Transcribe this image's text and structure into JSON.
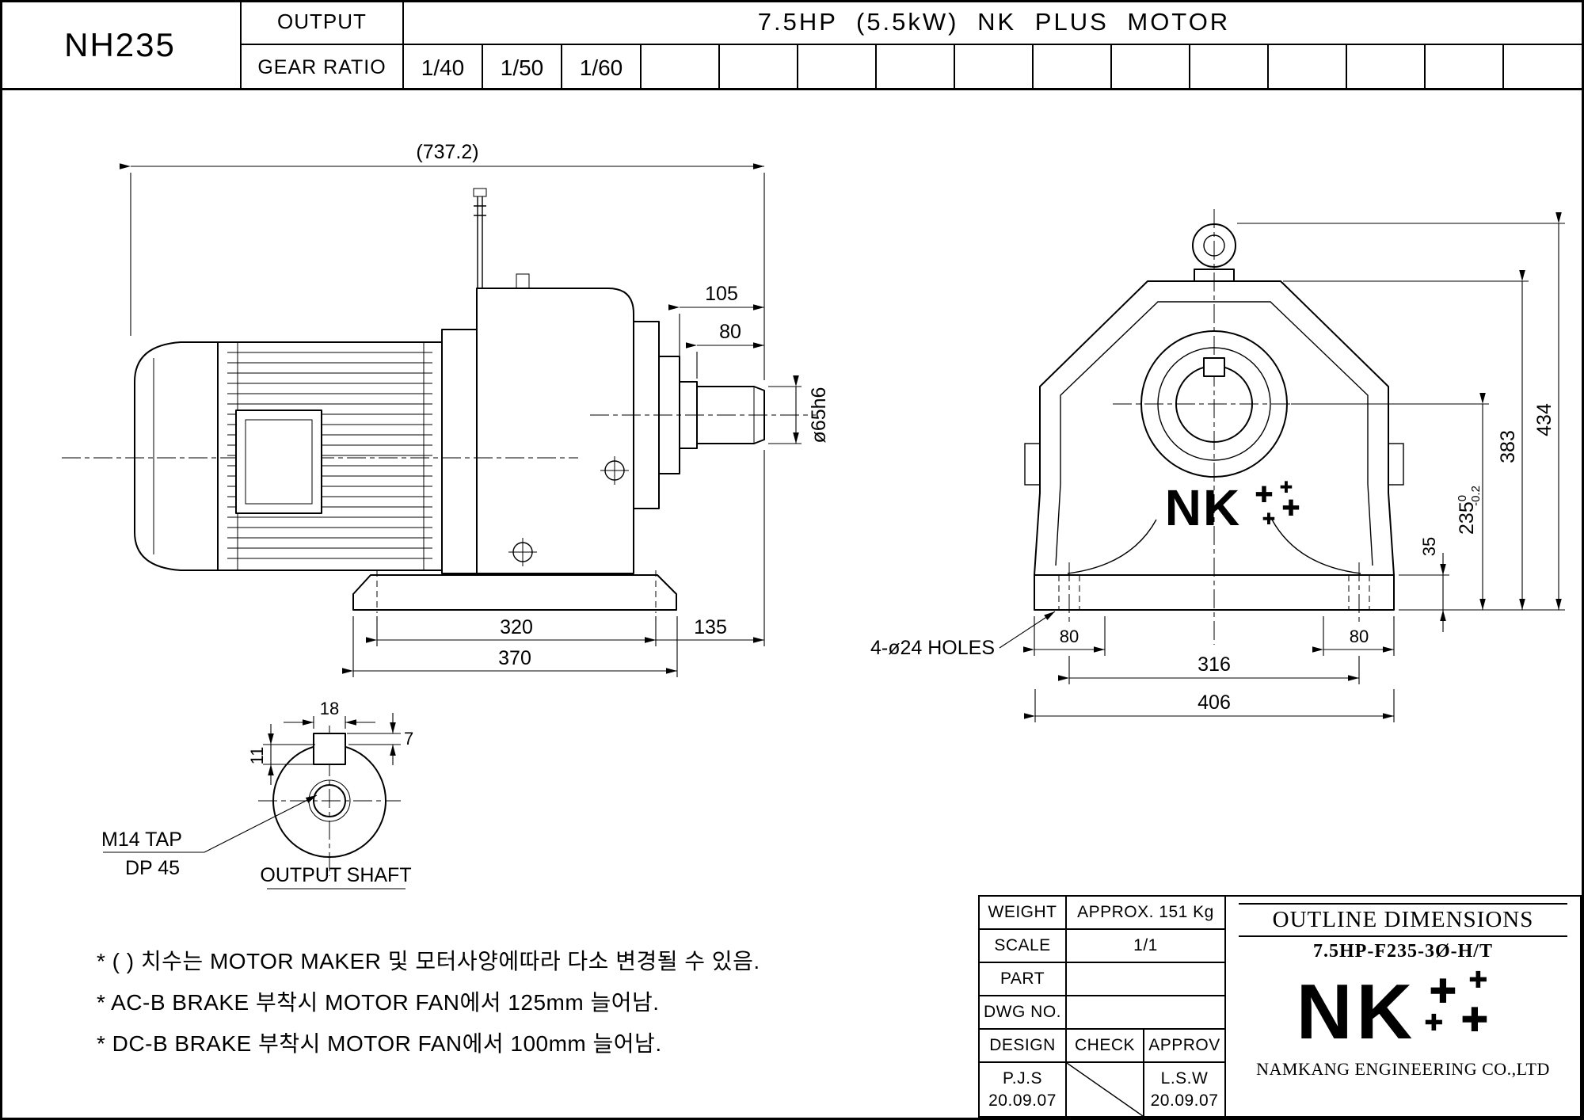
{
  "icons": {
    "plus": "✚"
  },
  "header": {
    "model": "NH235",
    "output_label": "OUTPUT",
    "motor_title": "7.5HP (5.5kW) NK PLUS MOTOR",
    "gear_ratio_label": "GEAR RATIO",
    "gear_ratios": [
      "1/40",
      "1/50",
      "1/60"
    ]
  },
  "side_view": {
    "dim_overall": "(737.2)",
    "dim_105": "105",
    "dim_80": "80",
    "dim_shaft_dia": "ø65h6",
    "dim_320": "320",
    "dim_135": "135",
    "dim_370": "370"
  },
  "shaft_detail": {
    "dim_18": "18",
    "dim_11": "11",
    "dim_7": "7",
    "tap_line1": "M14 TAP",
    "tap_line2": "DP 45",
    "label": "OUTPUT SHAFT"
  },
  "front_view": {
    "dim_434": "434",
    "dim_383": "383",
    "dim_235": "235",
    "dim_235_tol_upper": "0",
    "dim_235_tol_lower": "-0.2",
    "dim_35": "35",
    "dim_80_left": "80",
    "dim_80_right": "80",
    "dim_316": "316",
    "dim_406": "406",
    "holes_note": "4-ø24 HOLES",
    "logo": "NK"
  },
  "notes": [
    "* ( ) 치수는 MOTOR MAKER 및 모터사양에따라 다소 변경될 수 있음.",
    "* AC-B BRAKE 부착시 MOTOR FAN에서 125mm 늘어남.",
    "* DC-B BRAKE 부착시 MOTOR FAN에서 100mm 늘어남."
  ],
  "title_block": {
    "weight_label": "WEIGHT",
    "weight_value": "APPROX. 151 Kg",
    "scale_label": "SCALE",
    "scale_value": "1/1",
    "part_label": "PART",
    "part_value": "",
    "dwg_no_label": "DWG NO.",
    "dwg_no_value": "",
    "design_label": "DESIGN",
    "check_label": "CHECK",
    "approv_label": "APPROV",
    "design_name": "P.J.S",
    "design_date": "20.09.07",
    "approv_name": "L.S.W",
    "approv_date": "20.09.07",
    "doc_title": "OUTLINE DIMENSIONS",
    "doc_subtitle": "7.5HP-F235-3Ø-H/T",
    "company_logo": "NK",
    "company_name": "NAMKANG ENGINEERING CO.,LTD"
  }
}
